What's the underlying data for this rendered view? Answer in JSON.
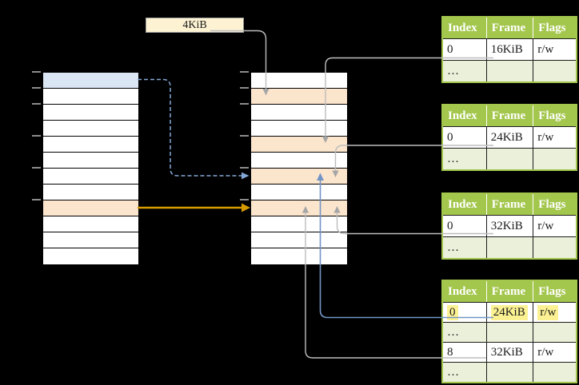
{
  "diagram_title": "two-level page table translation diagram",
  "page_size_label": {
    "text": "4KiB"
  },
  "colors": {
    "white": "#ffffff",
    "blue": "#dbe6f5",
    "orange": "#fce5cd",
    "header_green": "#a3c64c",
    "row_green": "#eaf0da",
    "label_wheat": "#fdf3d2",
    "highlight_yellow": "#fbf192",
    "arrow_orange": "#d79b00",
    "arrow_blue_solid": "#7295c5",
    "arrow_blue_dashed": "#84a7d6",
    "arrow_gray": "#bdbdbd",
    "tick_gray": "#8c8c8c"
  },
  "virtual_memory": {
    "rows": [
      "blue",
      "white",
      "white",
      "white",
      "white",
      "white",
      "white",
      "white",
      "orange",
      "white",
      "white",
      "white"
    ]
  },
  "physical_memory": {
    "rows": [
      "white",
      "orange",
      "white",
      "white",
      "orange",
      "white",
      "orange",
      "white",
      "orange",
      "white",
      "white",
      "white"
    ]
  },
  "address_ticks_y": [
    90,
    110,
    130,
    170,
    210,
    250
  ],
  "page_tables": [
    {
      "id": "level1-table-a",
      "columns": [
        "Index",
        "Frame",
        "Flags"
      ],
      "rows": [
        {
          "cells": [
            "0",
            "16KiB",
            "r/w"
          ],
          "shaded": false,
          "highlighted": false
        },
        {
          "cells": [
            "…",
            "",
            ""
          ],
          "shaded": true,
          "highlighted": false
        }
      ]
    },
    {
      "id": "level1-table-b",
      "columns": [
        "Index",
        "Frame",
        "Flags"
      ],
      "rows": [
        {
          "cells": [
            "0",
            "24KiB",
            "r/w"
          ],
          "shaded": false,
          "highlighted": false
        },
        {
          "cells": [
            "…",
            "",
            ""
          ],
          "shaded": true,
          "highlighted": false
        }
      ]
    },
    {
      "id": "level1-table-c",
      "columns": [
        "Index",
        "Frame",
        "Flags"
      ],
      "rows": [
        {
          "cells": [
            "0",
            "32KiB",
            "r/w"
          ],
          "shaded": false,
          "highlighted": false
        },
        {
          "cells": [
            "…",
            "",
            ""
          ],
          "shaded": true,
          "highlighted": false
        }
      ]
    },
    {
      "id": "level2-table",
      "columns": [
        "Index",
        "Frame",
        "Flags"
      ],
      "rows": [
        {
          "cells": [
            "0",
            "24KiB",
            "r/w"
          ],
          "shaded": false,
          "highlighted": true
        },
        {
          "cells": [
            "…",
            "",
            ""
          ],
          "shaded": true,
          "highlighted": false
        },
        {
          "cells": [
            "8",
            "32KiB",
            "r/w"
          ],
          "shaded": false,
          "highlighted": false
        },
        {
          "cells": [
            "…",
            "",
            ""
          ],
          "shaded": true,
          "highlighted": false
        }
      ]
    }
  ]
}
